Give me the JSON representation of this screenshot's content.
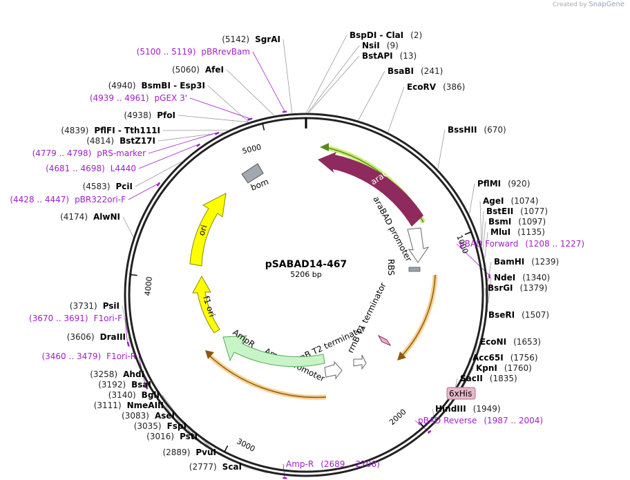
{
  "watermark": {
    "prefix": "Created by",
    "brand": "SnapGene"
  },
  "plasmid": {
    "name": "pSABAD14-467",
    "size": "5206 bp",
    "length": 5206
  },
  "ticks": [
    "1000",
    "2000",
    "3000",
    "4000",
    "5000"
  ],
  "features": [
    {
      "id": "araC",
      "label": "araC"
    },
    {
      "id": "araBAD",
      "label": "araBAD promoter"
    },
    {
      "id": "RBS",
      "label": "RBS"
    },
    {
      "id": "rrnB_T1",
      "label": "rrnB T1 terminator"
    },
    {
      "id": "rrnB_T2",
      "label": "rrnB T2 terminator"
    },
    {
      "id": "AmpR_prom",
      "label": "AmpR promoter"
    },
    {
      "id": "AmpR",
      "label": "AmpR"
    },
    {
      "id": "f1ori",
      "label": "f1 ori"
    },
    {
      "id": "ori",
      "label": "ori"
    },
    {
      "id": "bom",
      "label": "bom"
    },
    {
      "id": "his",
      "label": "6xHis"
    }
  ],
  "enzymes": [
    {
      "pos": "(2)",
      "name": "BspDI",
      "name2": "ClaI"
    },
    {
      "pos": "(9)",
      "name": "NsiI"
    },
    {
      "pos": "(13)",
      "name": "BstAPI"
    },
    {
      "pos": "(241)",
      "name": "BsaBI"
    },
    {
      "pos": "(386)",
      "name": "EcoRV"
    },
    {
      "pos": "(670)",
      "name": "BssHII"
    },
    {
      "pos": "(920)",
      "name": "PflMI"
    },
    {
      "pos": "(1074)",
      "name": "AgeI"
    },
    {
      "pos": "(1077)",
      "name": "BstEII"
    },
    {
      "pos": "(1097)",
      "name": "BsmI"
    },
    {
      "pos": "(1135)",
      "name": "MluI"
    },
    {
      "pos": "(1239)",
      "name": "BamHI"
    },
    {
      "pos": "(1340)",
      "name": "NdeI"
    },
    {
      "pos": "(1379)",
      "name": "BsrGI"
    },
    {
      "pos": "(1507)",
      "name": "BseRI"
    },
    {
      "pos": "(1653)",
      "name": "EcoNI"
    },
    {
      "pos": "(1756)",
      "name": "Acc65I"
    },
    {
      "pos": "(1760)",
      "name": "KpnI"
    },
    {
      "pos": "(1835)",
      "name": "SacII"
    },
    {
      "pos": "(1949)",
      "name": "HindIII"
    },
    {
      "pos": "(2777)",
      "name": "ScaI"
    },
    {
      "pos": "(2889)",
      "name": "PvuI"
    },
    {
      "pos": "(3016)",
      "name": "PstI"
    },
    {
      "pos": "(3035)",
      "name": "FspI"
    },
    {
      "pos": "(3083)",
      "name": "AseI"
    },
    {
      "pos": "(3111)",
      "name": "NmeAIII"
    },
    {
      "pos": "(3140)",
      "name": "BglI"
    },
    {
      "pos": "(3192)",
      "name": "BsaI"
    },
    {
      "pos": "(3258)",
      "name": "AhdI"
    },
    {
      "pos": "(3606)",
      "name": "DraIII"
    },
    {
      "pos": "(3731)",
      "name": "PsiI"
    },
    {
      "pos": "(4174)",
      "name": "AlwNI"
    },
    {
      "pos": "(4583)",
      "name": "PciI"
    },
    {
      "pos": "(4814)",
      "name": "BstZ17I"
    },
    {
      "pos": "(4839)",
      "name": "PflFI",
      "name2": "Tth111I"
    },
    {
      "pos": "(4938)",
      "name": "PfoI"
    },
    {
      "pos": "(4940)",
      "name": "BsmBI",
      "name2": "Esp3I"
    },
    {
      "pos": "(5060)",
      "name": "AfeI"
    },
    {
      "pos": "(5142)",
      "name": "SgrAI"
    }
  ],
  "primers": [
    {
      "range": "(5100 .. 5119)",
      "name": "pBRrevBam"
    },
    {
      "range": "(4939 .. 4961)",
      "name": "pGEX 3'"
    },
    {
      "range": "(4779 .. 4798)",
      "name": "pRS-marker"
    },
    {
      "range": "(4681 .. 4698)",
      "name": "L4440"
    },
    {
      "range": "(4428 .. 4447)",
      "name": "pBR322ori-F"
    },
    {
      "range": "(3670 .. 3691)",
      "name": "F1ori-F"
    },
    {
      "range": "(3460 .. 3479)",
      "name": "F1ori-R"
    },
    {
      "range": "(1208 .. 1227)",
      "name": "pBAD Forward"
    },
    {
      "range": "(1987 .. 2004)",
      "name": "pBAD Reverse"
    },
    {
      "range": "(2689 .. 2708)",
      "name": "Amp-R"
    }
  ],
  "colors": {
    "araC": "#8e2a5e",
    "araC_outline": "#b8e840",
    "ori": "#ffff00",
    "f1ori": "#ffff00",
    "AmpR": "#c8f5c8",
    "orange": "#f0a020",
    "primer": "#a020c8",
    "bom": "#a0a8b0",
    "his": "#e6b8c8"
  }
}
